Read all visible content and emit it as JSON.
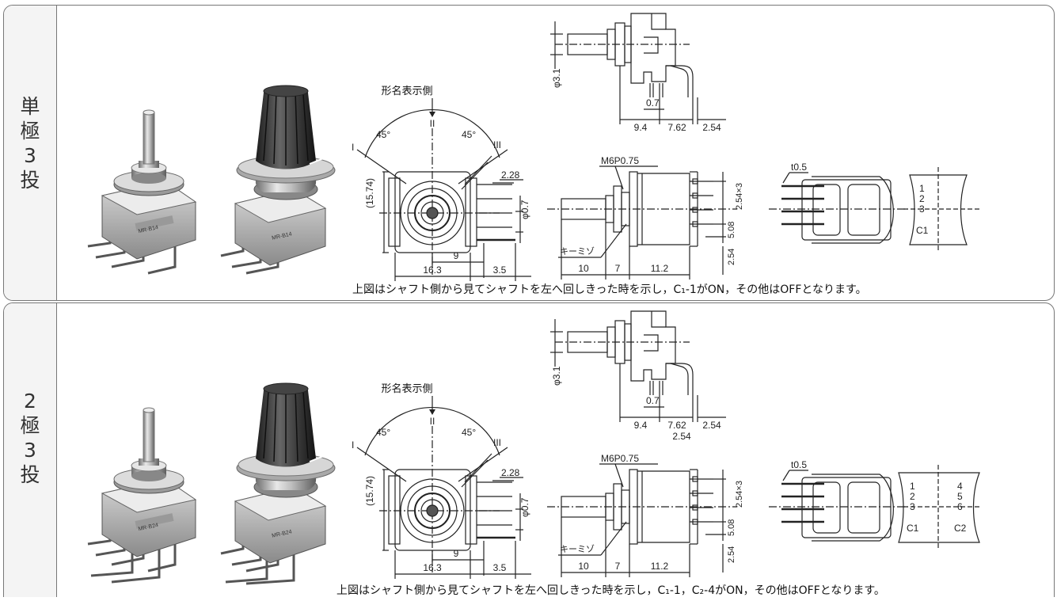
{
  "sections": [
    {
      "id": "single",
      "label_chars": [
        "単",
        "極",
        "3",
        "投"
      ],
      "note": "上図はシャフト側から見てシャフトを左へ回しきった時を示し，C₁-1がON，その他はOFFとなります。",
      "model_a": "MR-B14",
      "model_b": "MR-B14",
      "front": {
        "marker_label": "形名表示側",
        "angle_left": "45°",
        "angle_right": "45°",
        "pos_1": "I",
        "pos_2": "II",
        "pos_3": "III",
        "dim_228": "2.28",
        "dim_1574": "(15.74)",
        "dim_phi07": "φ0.7",
        "dim_9": "9",
        "dim_163": "16.3",
        "dim_35": "3.5"
      },
      "top": {
        "dim_phi31": "φ3.1",
        "dim_07": "0.7",
        "dim_94": "9.4",
        "dim_762": "7.62",
        "dim_254": "2.54",
        "dim_254b": ""
      },
      "side": {
        "thread": "M6P0.75",
        "key": "キーミゾ",
        "dim_254x3": "2.54×3",
        "dim_508": "5.08",
        "dim_254": "2.54",
        "dim_10": "10",
        "dim_7": "7",
        "dim_112": "11.2"
      },
      "rear": {
        "t": "t0.5"
      },
      "terminals": {
        "left": [
          "1",
          "2",
          "3"
        ],
        "right": [],
        "c_left": "C1",
        "c_right": ""
      }
    },
    {
      "id": "double",
      "label_chars": [
        "2",
        "極",
        "3",
        "投"
      ],
      "note": "上図はシャフト側から見てシャフトを左へ回しきった時を示し，C₁-1，C₂-4がON，その他はOFFとなります。",
      "model_a": "MR-B24",
      "model_b": "MR-B24",
      "front": {
        "marker_label": "形名表示側",
        "angle_left": "45°",
        "angle_right": "45°",
        "pos_1": "I",
        "pos_2": "II",
        "pos_3": "III",
        "dim_228": "2.28",
        "dim_1574": "(15.74)",
        "dim_phi07": "φ0.7",
        "dim_9": "9",
        "dim_163": "16.3",
        "dim_35": "3.5"
      },
      "top": {
        "dim_phi31": "φ3.1",
        "dim_07": "0.7",
        "dim_94": "9.4",
        "dim_762": "7.62",
        "dim_254": "2.54",
        "dim_254b": "2.54"
      },
      "side": {
        "thread": "M6P0.75",
        "key": "キーミゾ",
        "dim_254x3": "2.54×3",
        "dim_508": "5.08",
        "dim_254": "2.54",
        "dim_10": "10",
        "dim_7": "7",
        "dim_112": "11.2"
      },
      "rear": {
        "t": "t0.5"
      },
      "terminals": {
        "left": [
          "1",
          "2",
          "3"
        ],
        "right": [
          "4",
          "5",
          "6"
        ],
        "c_left": "C1",
        "c_right": "C2"
      }
    }
  ]
}
